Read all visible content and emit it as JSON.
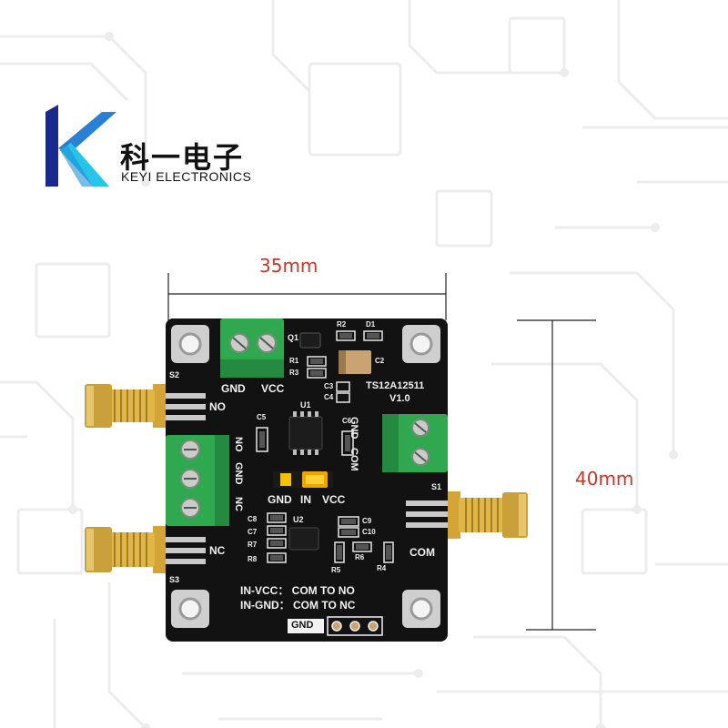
{
  "brand": {
    "name_cn": "科一电子",
    "name_en": "KEYI ELECTRONICS",
    "logo_colors": [
      "#1a2a8c",
      "#2a7fd6",
      "#28c4e8"
    ]
  },
  "dimensions": {
    "width": "35mm",
    "height": "40mm",
    "color": "#c0392b"
  },
  "board": {
    "model": "TS12A12511",
    "version": "V1.0",
    "color": "#121212",
    "connectors": {
      "top": [
        "GND",
        "VCC"
      ],
      "right": [
        "GND",
        "COM"
      ],
      "left": [
        "NO",
        "GND",
        "NC"
      ],
      "bottom": "GND"
    },
    "sma_labels": [
      "S2",
      "S3",
      "S1"
    ],
    "sma_ports": [
      "NO",
      "NC",
      "COM"
    ],
    "jumper_labels": [
      "GND",
      "IN",
      "VCC"
    ],
    "chips": [
      "U1",
      "U2",
      "Q1"
    ],
    "components": [
      "R2",
      "D1",
      "R1",
      "R3",
      "C2",
      "C3",
      "C4",
      "C5",
      "C6",
      "C7",
      "C8",
      "C9",
      "C10",
      "R4",
      "R5",
      "R6",
      "R7",
      "R8"
    ],
    "notes": [
      "IN-VCC： COM TO NO",
      "IN-GND： COM TO NC"
    ]
  }
}
